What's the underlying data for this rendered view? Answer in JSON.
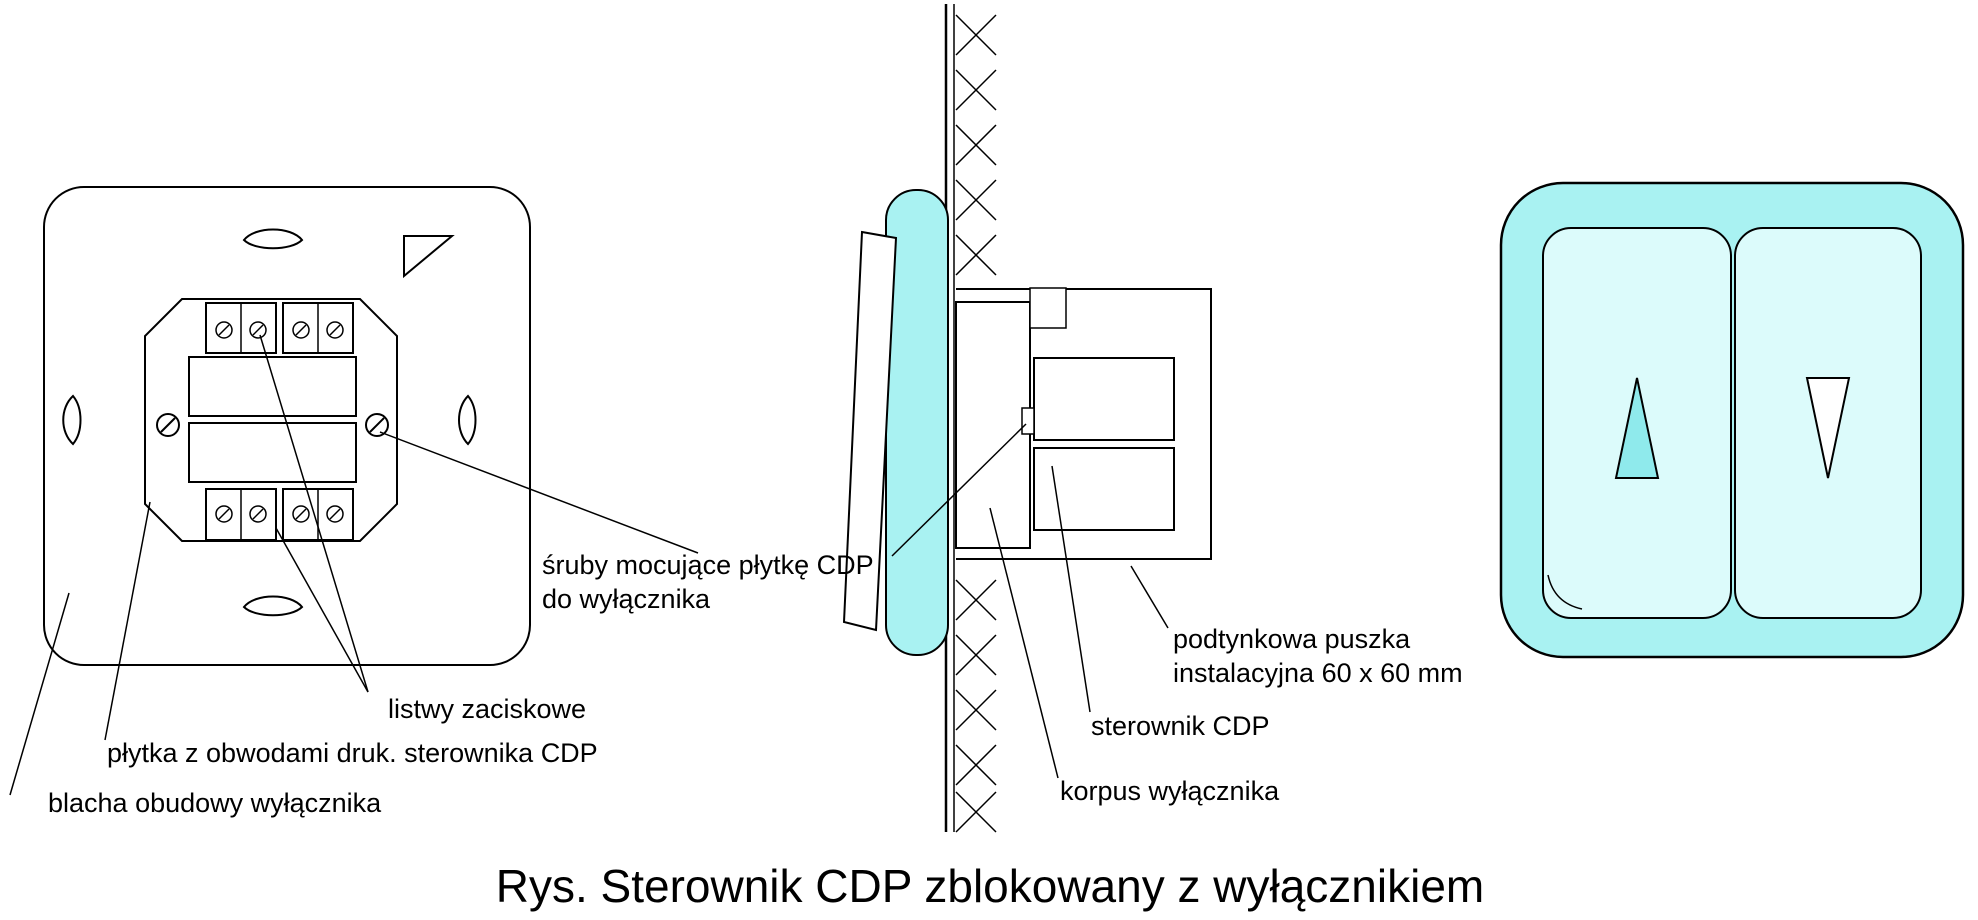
{
  "diagram": {
    "caption": "Rys. Sterownik CDP zblokowany z wyłącznikiem",
    "labels": {
      "sruby_line1": "śruby mocujące płytkę CDP",
      "sruby_line2": "do wyłącznika",
      "listwy": "listwy zaciskowe",
      "plytka": "płytka z obwodami druk. sterownika CDP",
      "blacha": "blacha obudowy  wyłącznika",
      "puszka_line1": "podtynkowa puszka",
      "puszka_line2": "instalacyjna  60 x 60 mm",
      "sterownik": "sterownik CDP",
      "korpus": "korpus wyłącznika"
    },
    "colors": {
      "cyan": "#a9f2f2",
      "cyan_light": "#dcfbfb",
      "cyan_arrow": "#8feaec",
      "line": "#000000",
      "background": "#ffffff"
    }
  }
}
